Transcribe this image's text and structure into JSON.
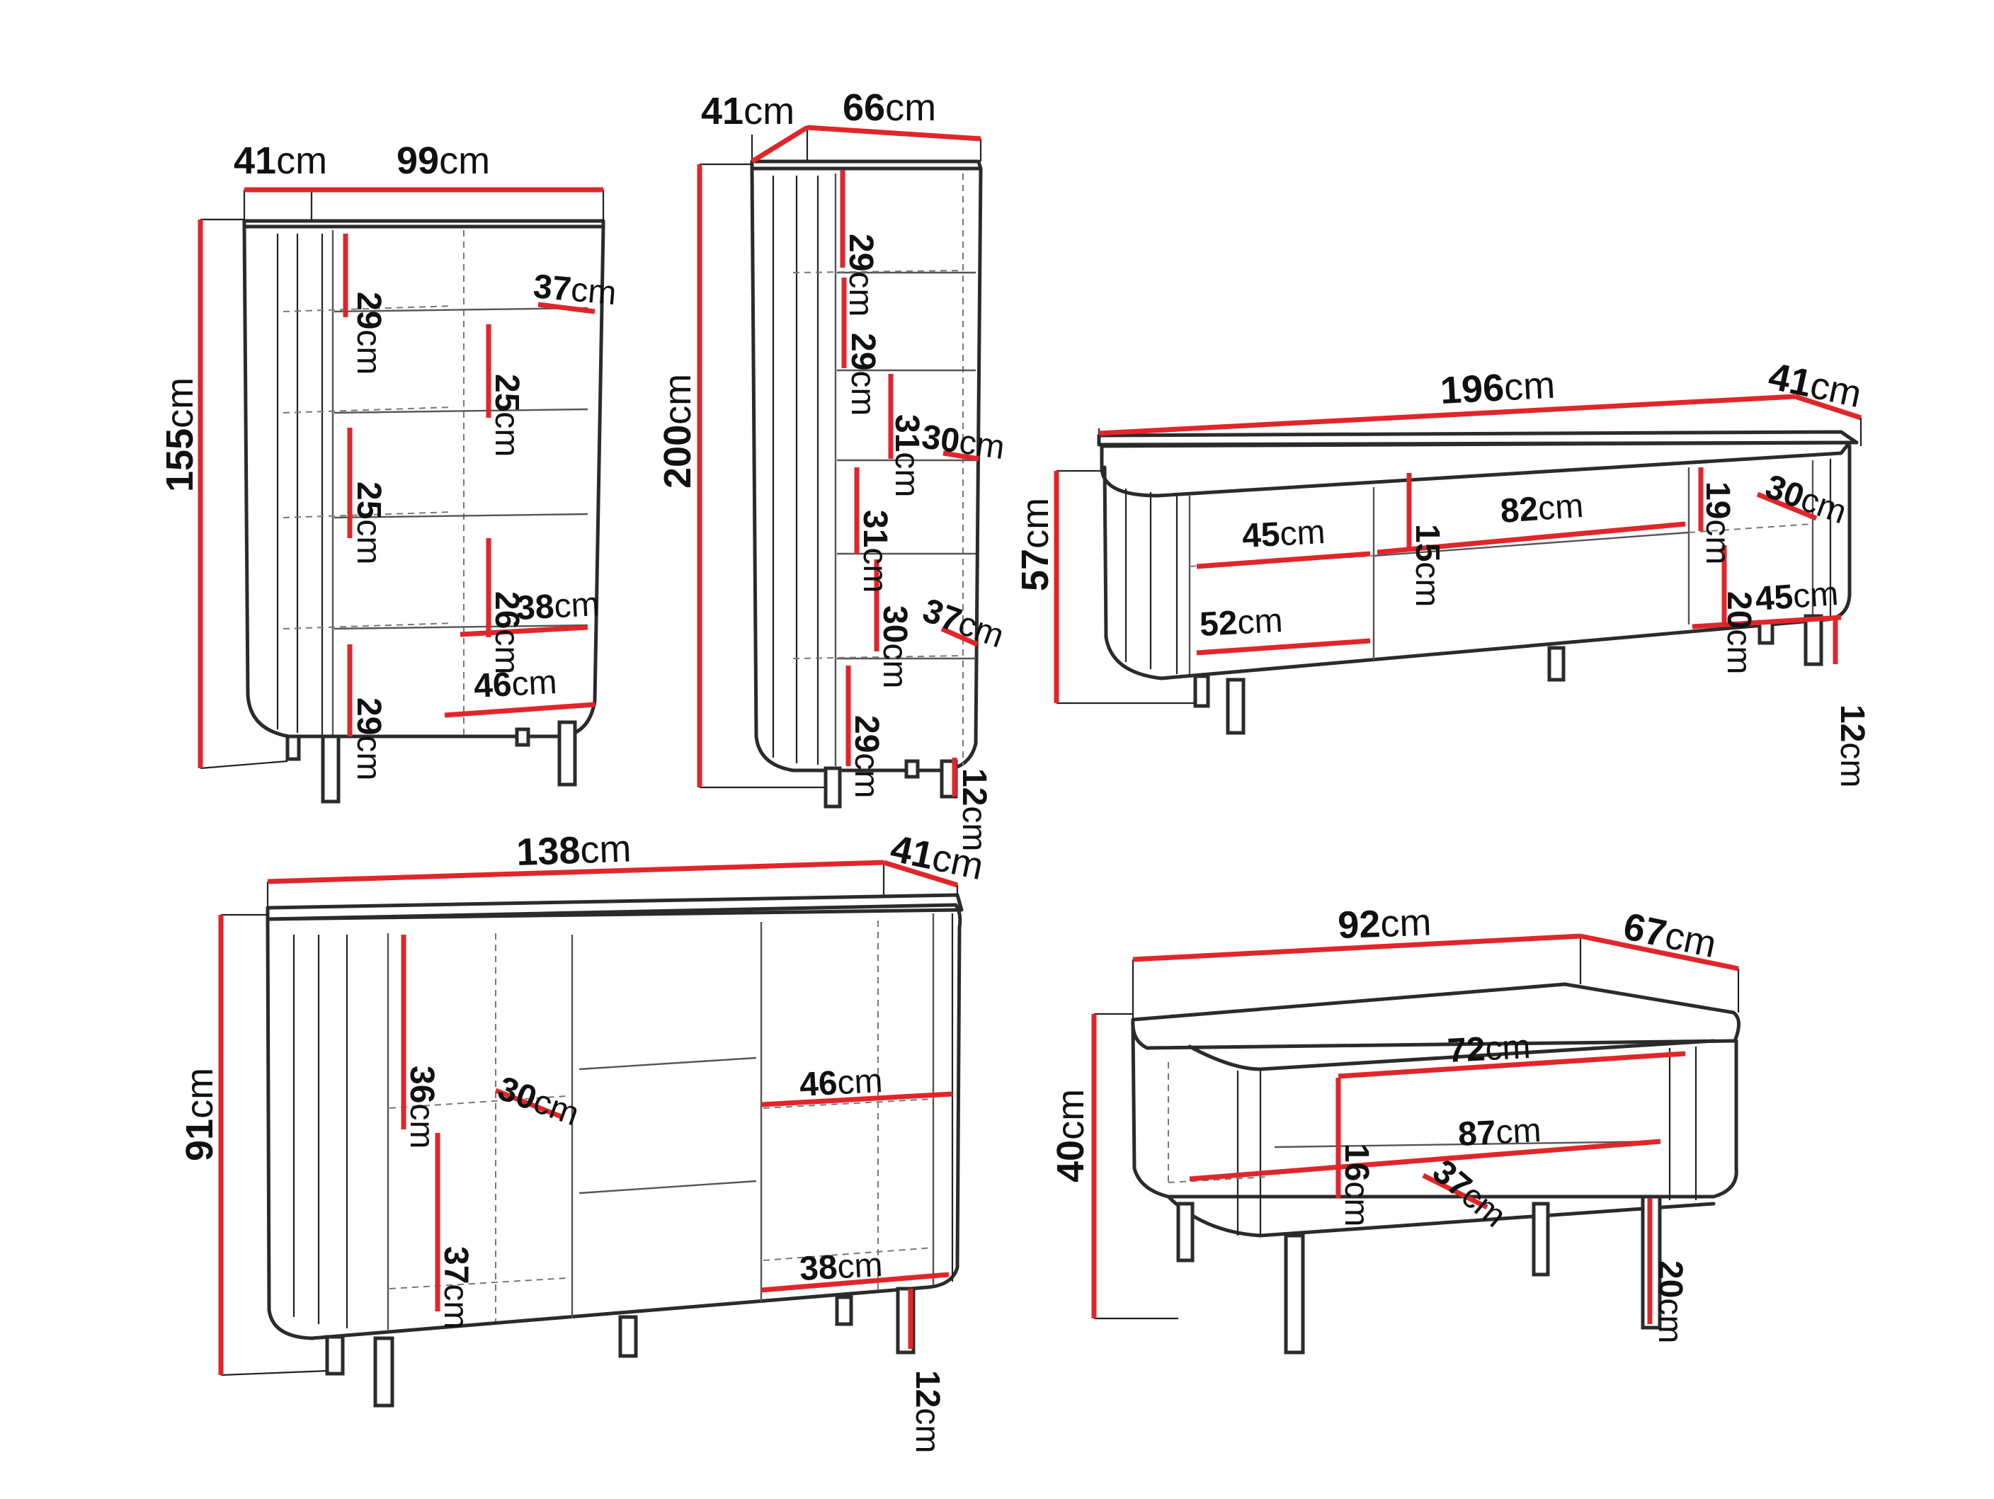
{
  "unit": "cm",
  "pieces": {
    "display_cabinet": {
      "depth": "41",
      "width": "99",
      "height": "155",
      "inner": [
        "29",
        "37",
        "25",
        "25",
        "26",
        "38",
        "29",
        "46"
      ]
    },
    "tall_cabinet": {
      "depth": "41",
      "width": "66",
      "height": "200",
      "inner": [
        "29",
        "29",
        "31",
        "30",
        "31",
        "30",
        "37",
        "29",
        "12"
      ]
    },
    "tv_stand": {
      "width": "196",
      "depth": "41",
      "height": "57",
      "inner": [
        "45",
        "15",
        "82",
        "19",
        "30",
        "20",
        "45",
        "52",
        "12"
      ]
    },
    "sideboard": {
      "width": "138",
      "depth": "41",
      "height": "91",
      "inner": [
        "36",
        "30",
        "46",
        "37",
        "38",
        "12"
      ]
    },
    "coffee_table": {
      "width": "92",
      "depth": "67",
      "height": "40",
      "inner": [
        "72",
        "16",
        "87",
        "37",
        "20"
      ]
    }
  }
}
